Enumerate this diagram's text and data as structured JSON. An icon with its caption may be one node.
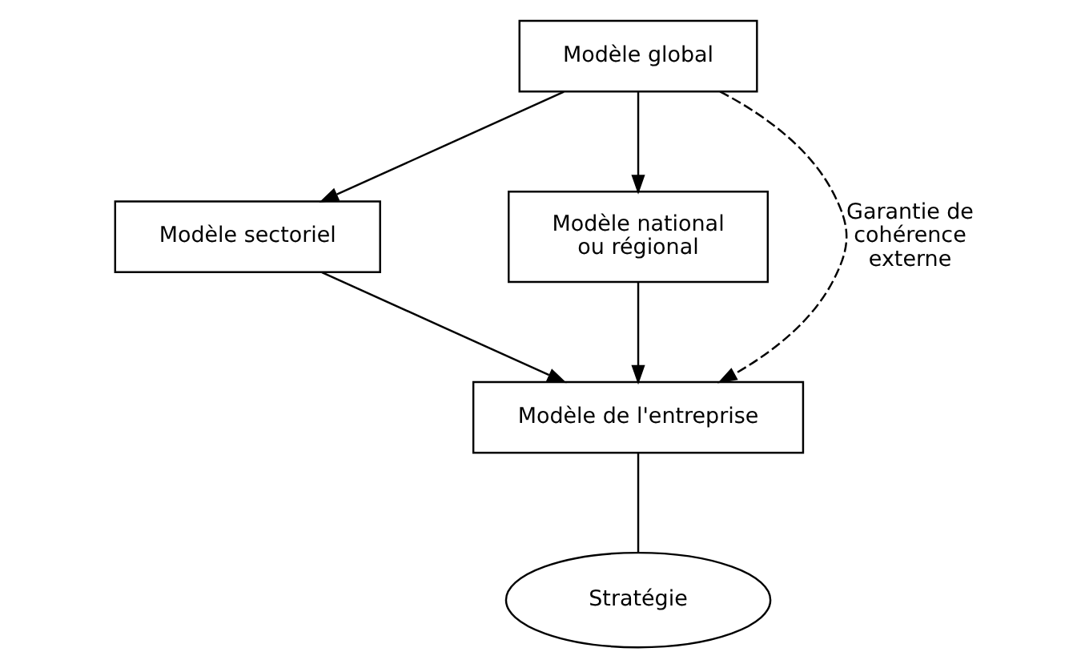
{
  "diagram": {
    "nodes": [
      {
        "text": [
          "Modèle global"
        ]
      },
      {
        "text": [
          "Modèle sectoriel"
        ]
      },
      {
        "text": [
          "Modèle national ou régional"
        ]
      },
      {
        "text": [
          "Modèle de l'entreprise"
        ]
      },
      {
        "text": [
          "Stratégie"
        ]
      }
    ],
    "edges": [
      {
        "from": 0,
        "to": 1,
        "arrow": "to"
      },
      {
        "from": 0,
        "to": 3,
        "arrow": "to",
        "style": "dashed",
        "label": "Garantie de cohérence externe"
      },
      {
        "from": 0,
        "to": 2,
        "arrow": "to"
      },
      {
        "from": 1,
        "to": 3,
        "arrow": "to"
      },
      {
        "from": 2,
        "to": 3,
        "arrow": "to"
      },
      {
        "from": 3,
        "to": 4,
        "arrow": "none"
      }
    ]
  }
}
